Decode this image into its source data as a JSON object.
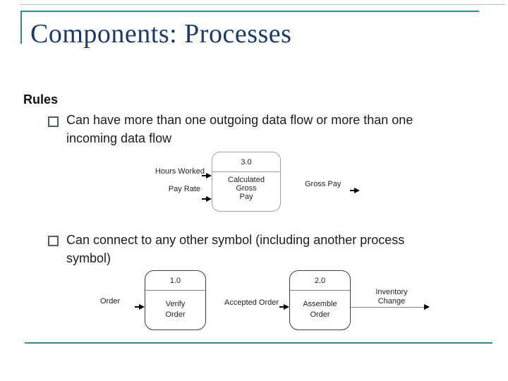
{
  "slide": {
    "title": "Components: Processes",
    "heading": "Rules",
    "bullets": [
      "Can have more than one outgoing data flow or more than one incoming data flow",
      "Can connect to any other symbol (including another process symbol)"
    ]
  },
  "colors": {
    "accent_teal": "#2f8b96",
    "title_navy": "#1a3a6e",
    "bullet_square_green": "#4e6357",
    "diagram_light_border": "#a3a3a3",
    "diagram_dark_border": "#3d3d3d"
  },
  "payroll_diagram": {
    "process": {
      "id": "3.0",
      "name_lines": [
        "Calculated",
        "Gross",
        "Pay"
      ]
    },
    "inputs": [
      "Hours Worked",
      "Pay Rate"
    ],
    "output": "Gross Pay"
  },
  "order_diagram": {
    "processes": [
      {
        "id": "1.0",
        "name_lines": [
          "Verify",
          "Order"
        ]
      },
      {
        "id": "2.0",
        "name_lines": [
          "Assemble",
          "Order"
        ]
      }
    ],
    "input": "Order",
    "intermediate": "Accepted Order",
    "output_lines": [
      "Inventory",
      "Change"
    ]
  }
}
